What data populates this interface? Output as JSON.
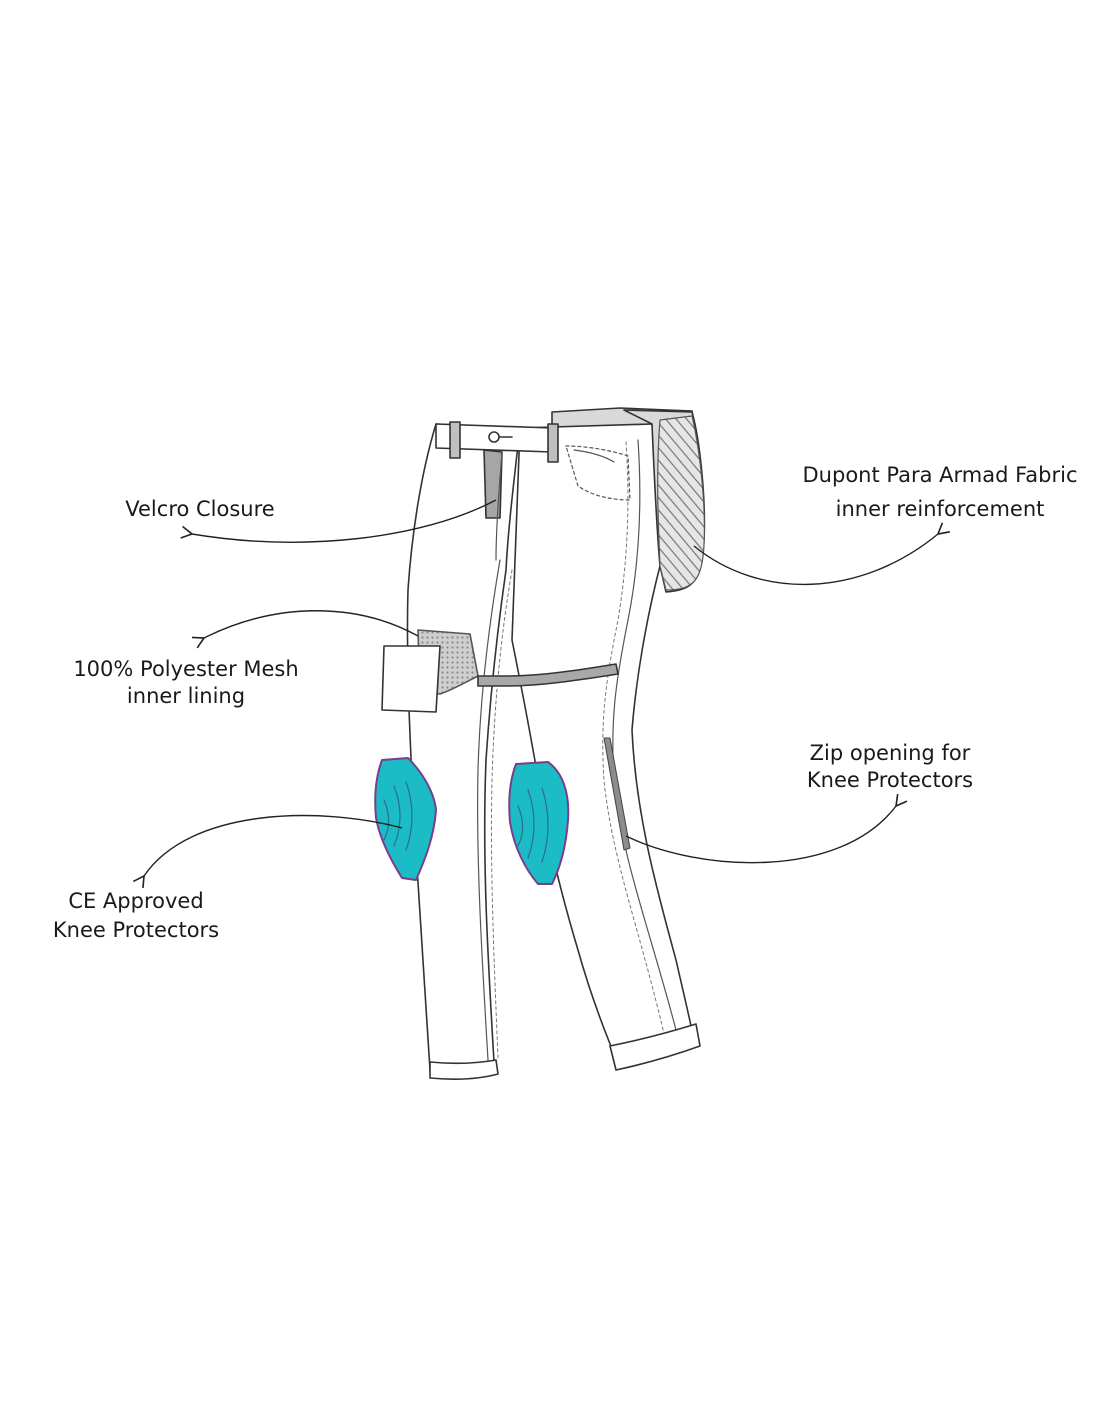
{
  "callouts": {
    "velcro": {
      "lines": [
        "Velcro Closure"
      ]
    },
    "dupont": {
      "lines": [
        "Dupont Para Armad Fabric",
        "inner reinforcement"
      ]
    },
    "mesh": {
      "lines": [
        "100% Polyester Mesh",
        "inner lining"
      ]
    },
    "zip": {
      "lines": [
        "Zip opening for",
        "Knee Protectors"
      ]
    },
    "ce": {
      "lines": [
        "CE Approved",
        "Knee Protectors"
      ]
    }
  },
  "colors": {
    "outline": "#333333",
    "knee_pad": "#1bbcc6",
    "knee_pad_edge": "#7a3f8a",
    "reinforcement_panel": "#d9d9d9",
    "velcro_patch": "#a6a6a6",
    "mesh_patch": "#bdbdbd"
  }
}
